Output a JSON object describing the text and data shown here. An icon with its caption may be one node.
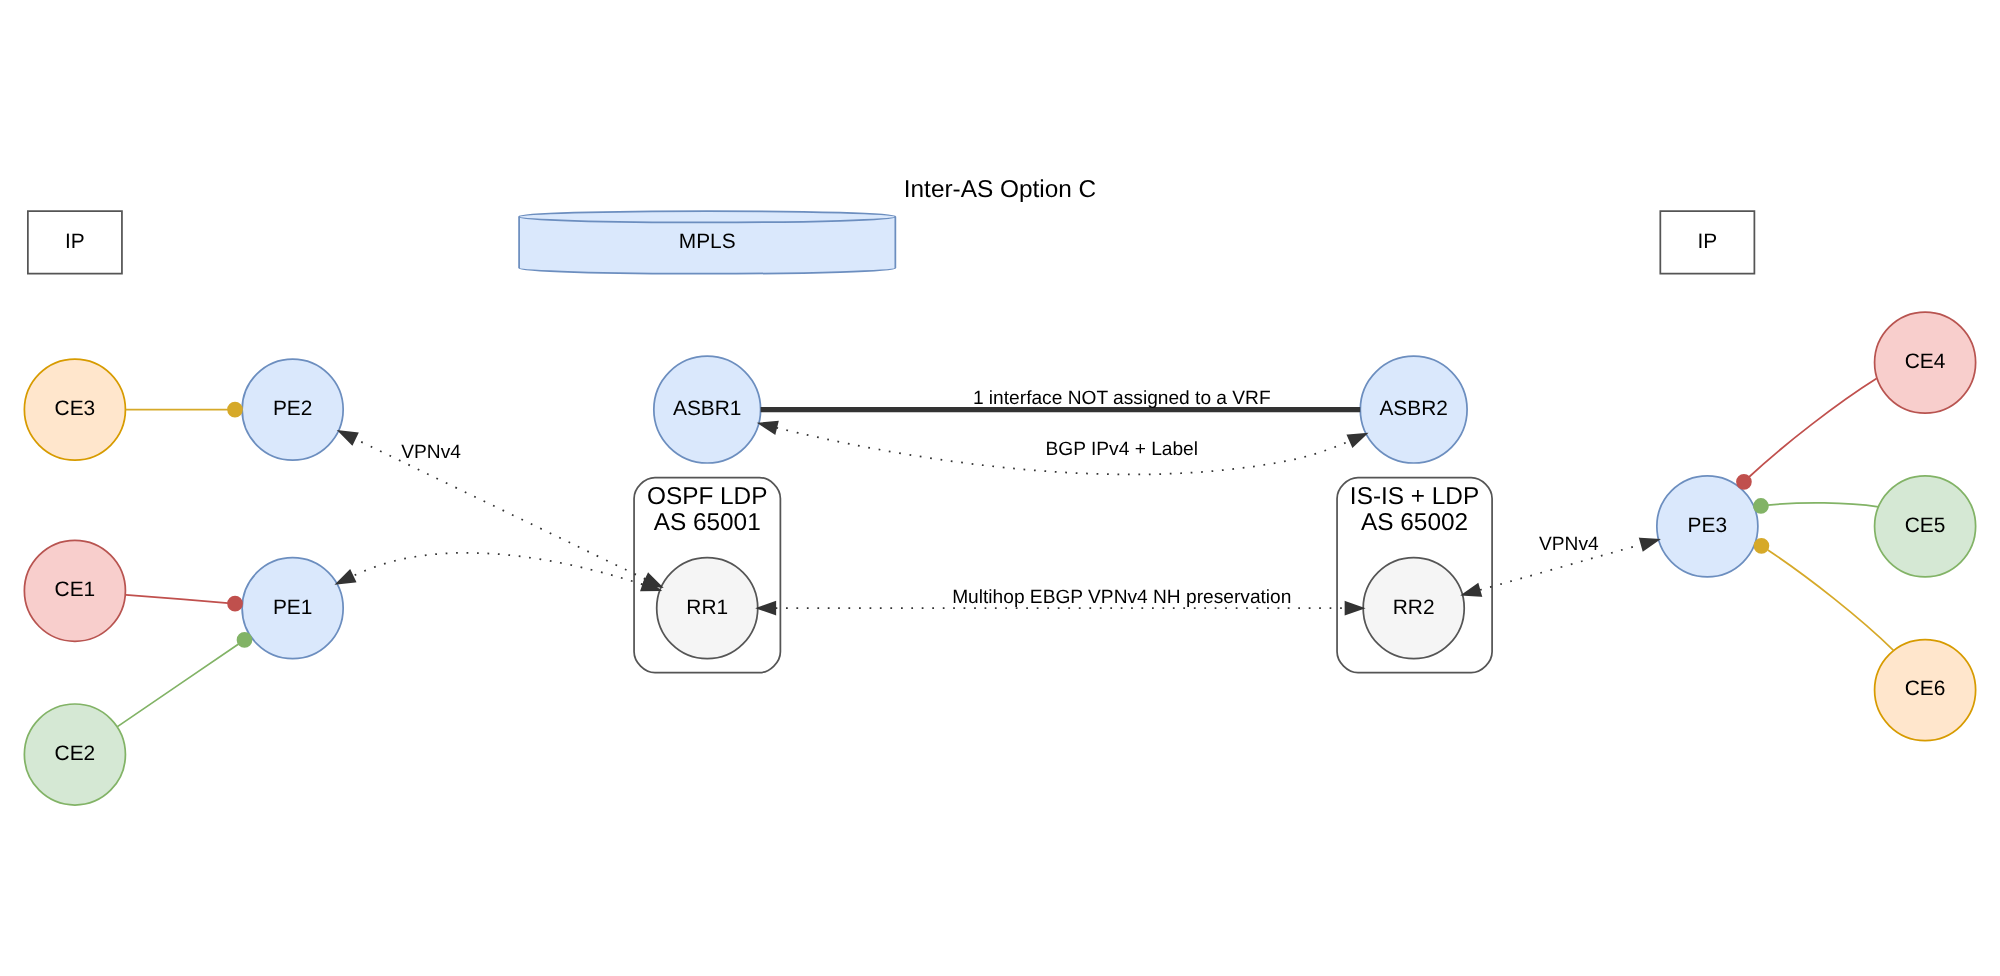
{
  "diagram": {
    "title": "Inter-AS Option C",
    "nodes": [
      {
        "text": [
          "OSPF LDP"
        ],
        "beside": [
          "AS 65001"
        ]
      },
      {
        "text": [
          "CE1"
        ]
      },
      {
        "text": [
          "CE2"
        ]
      },
      {
        "text": [
          "CE3"
        ]
      },
      {
        "text": [
          "PE1"
        ]
      },
      {
        "text": [
          "PE2"
        ]
      },
      {
        "text": [
          "RR1"
        ],
        "in": 0
      },
      {
        "text": [
          "ASBR1"
        ]
      },
      {
        "text": [
          "IS-IS + LDP"
        ],
        "beside": [
          "AS 65002"
        ]
      },
      {
        "text": [
          "RR2"
        ],
        "in": 8
      },
      {
        "text": [
          "ASBR2"
        ]
      },
      {
        "text": [
          "PE3"
        ]
      },
      {
        "text": [
          "CE4"
        ]
      },
      {
        "text": [
          "CE5"
        ]
      },
      {
        "text": [
          "CE6"
        ]
      },
      {
        "text": [
          "IP"
        ]
      },
      {
        "text": [
          "MPLS"
        ]
      },
      {
        "text": [
          "IP"
        ]
      }
    ],
    "edges": [
      {
        "from": 1,
        "to": 4,
        "arrow": "other",
        "color": "#c0504d"
      },
      {
        "from": 2,
        "to": 4,
        "arrow": "other",
        "color": "#82b366"
      },
      {
        "from": 3,
        "to": 5,
        "arrow": "other",
        "color": "#d6a929"
      },
      {
        "from": 6,
        "to": 4,
        "arrow": "both",
        "style": "dashed"
      },
      {
        "from": 6,
        "to": 5,
        "arrow": "both",
        "style": "dashed",
        "label": "VPNv4"
      },
      {
        "from": 6,
        "to": 9,
        "arrow": "both",
        "style": "dashed",
        "label": "Multihop EBGP VPNv4 NH preservation"
      },
      {
        "from": 7,
        "to": 10,
        "arrow": "both",
        "style": "dashed",
        "label": "BGP IPv4 + Label"
      },
      {
        "from": 7,
        "to": 10,
        "arrow": "none",
        "style": "thick",
        "label": "1 interface NOT assigned to a VRF"
      },
      {
        "from": 9,
        "to": 11,
        "arrow": "both",
        "style": "dashed",
        "label": "VPNv4"
      },
      {
        "from": 12,
        "to": 11,
        "arrow": "other",
        "color": "#c0504d"
      },
      {
        "from": 13,
        "to": 11,
        "arrow": "other",
        "color": "#82b366"
      },
      {
        "from": 14,
        "to": 11,
        "arrow": "other",
        "color": "#d6a929"
      }
    ]
  }
}
